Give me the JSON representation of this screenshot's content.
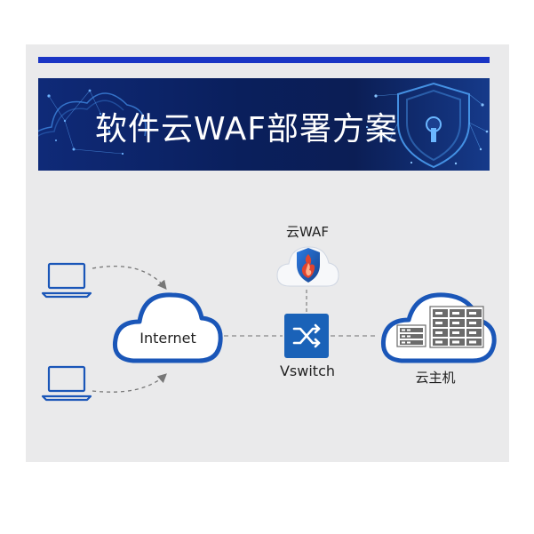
{
  "banner": {
    "title": "软件云WAF部署方案"
  },
  "diagram": {
    "waf_label": "云WAF",
    "internet_label": "Internet",
    "vswitch_label": "Vswitch",
    "host_label": "云主机"
  },
  "colors": {
    "top_bar": "#1a35c4",
    "banner_bg": "#0a1f5c",
    "icon_blue": "#1a56b8",
    "vswitch_bg": "#1a62b8",
    "panel_bg": "#eaeaeb"
  },
  "icons": [
    "laptop-icon",
    "cloud-icon",
    "shield-flame-icon",
    "shuffle-icon",
    "server-rack-icon"
  ]
}
